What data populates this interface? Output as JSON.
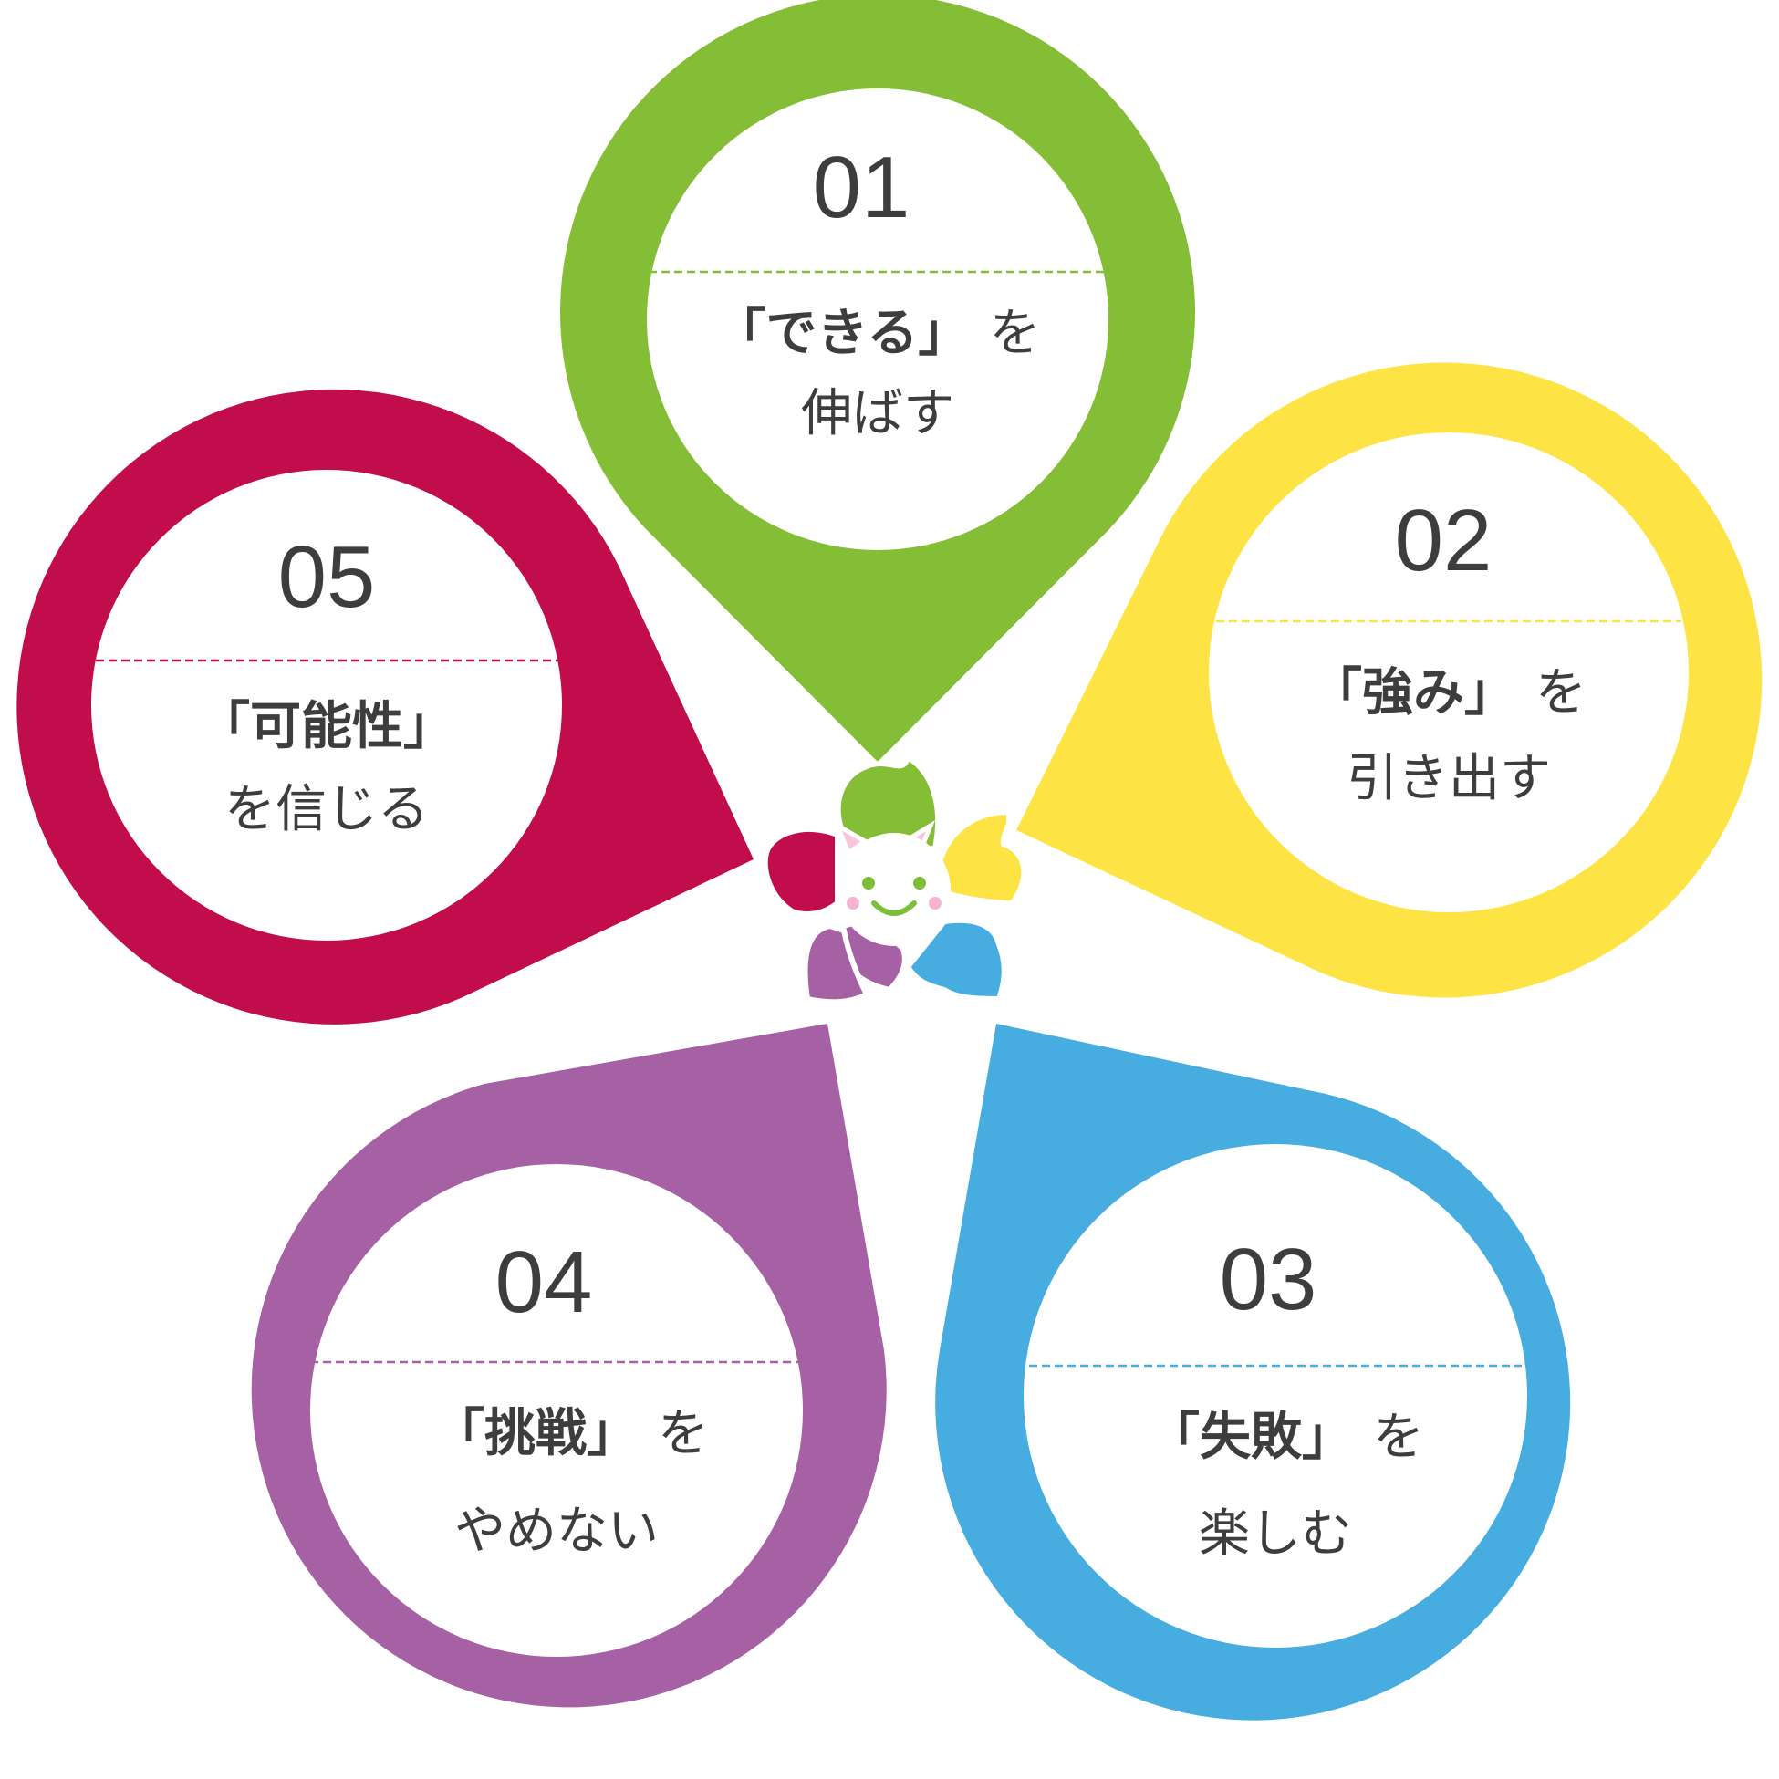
{
  "items": [
    {
      "number": "01",
      "keyword": "「できる」",
      "particle": "を",
      "line2": "伸ばす",
      "color": "#84be36"
    },
    {
      "number": "02",
      "keyword": "「強み」",
      "particle": "を",
      "line2": "引き出す",
      "color": "#fde444"
    },
    {
      "number": "03",
      "keyword": "「失敗」",
      "particle": "を",
      "line2": "楽しむ",
      "color": "#47ade1"
    },
    {
      "number": "04",
      "keyword": "「挑戦」",
      "particle": "を",
      "line2": "やめない",
      "color": "#a660a4"
    },
    {
      "number": "05",
      "keyword": "「可能性」",
      "particle": "",
      "line2": "を信じる",
      "color": "#c20d4d"
    }
  ],
  "mascot": {
    "icon": "flower-mascot-icon",
    "face_color": "#ffffff",
    "eye_color": "#7dbf39",
    "cheek_color": "#f6b3d1"
  }
}
